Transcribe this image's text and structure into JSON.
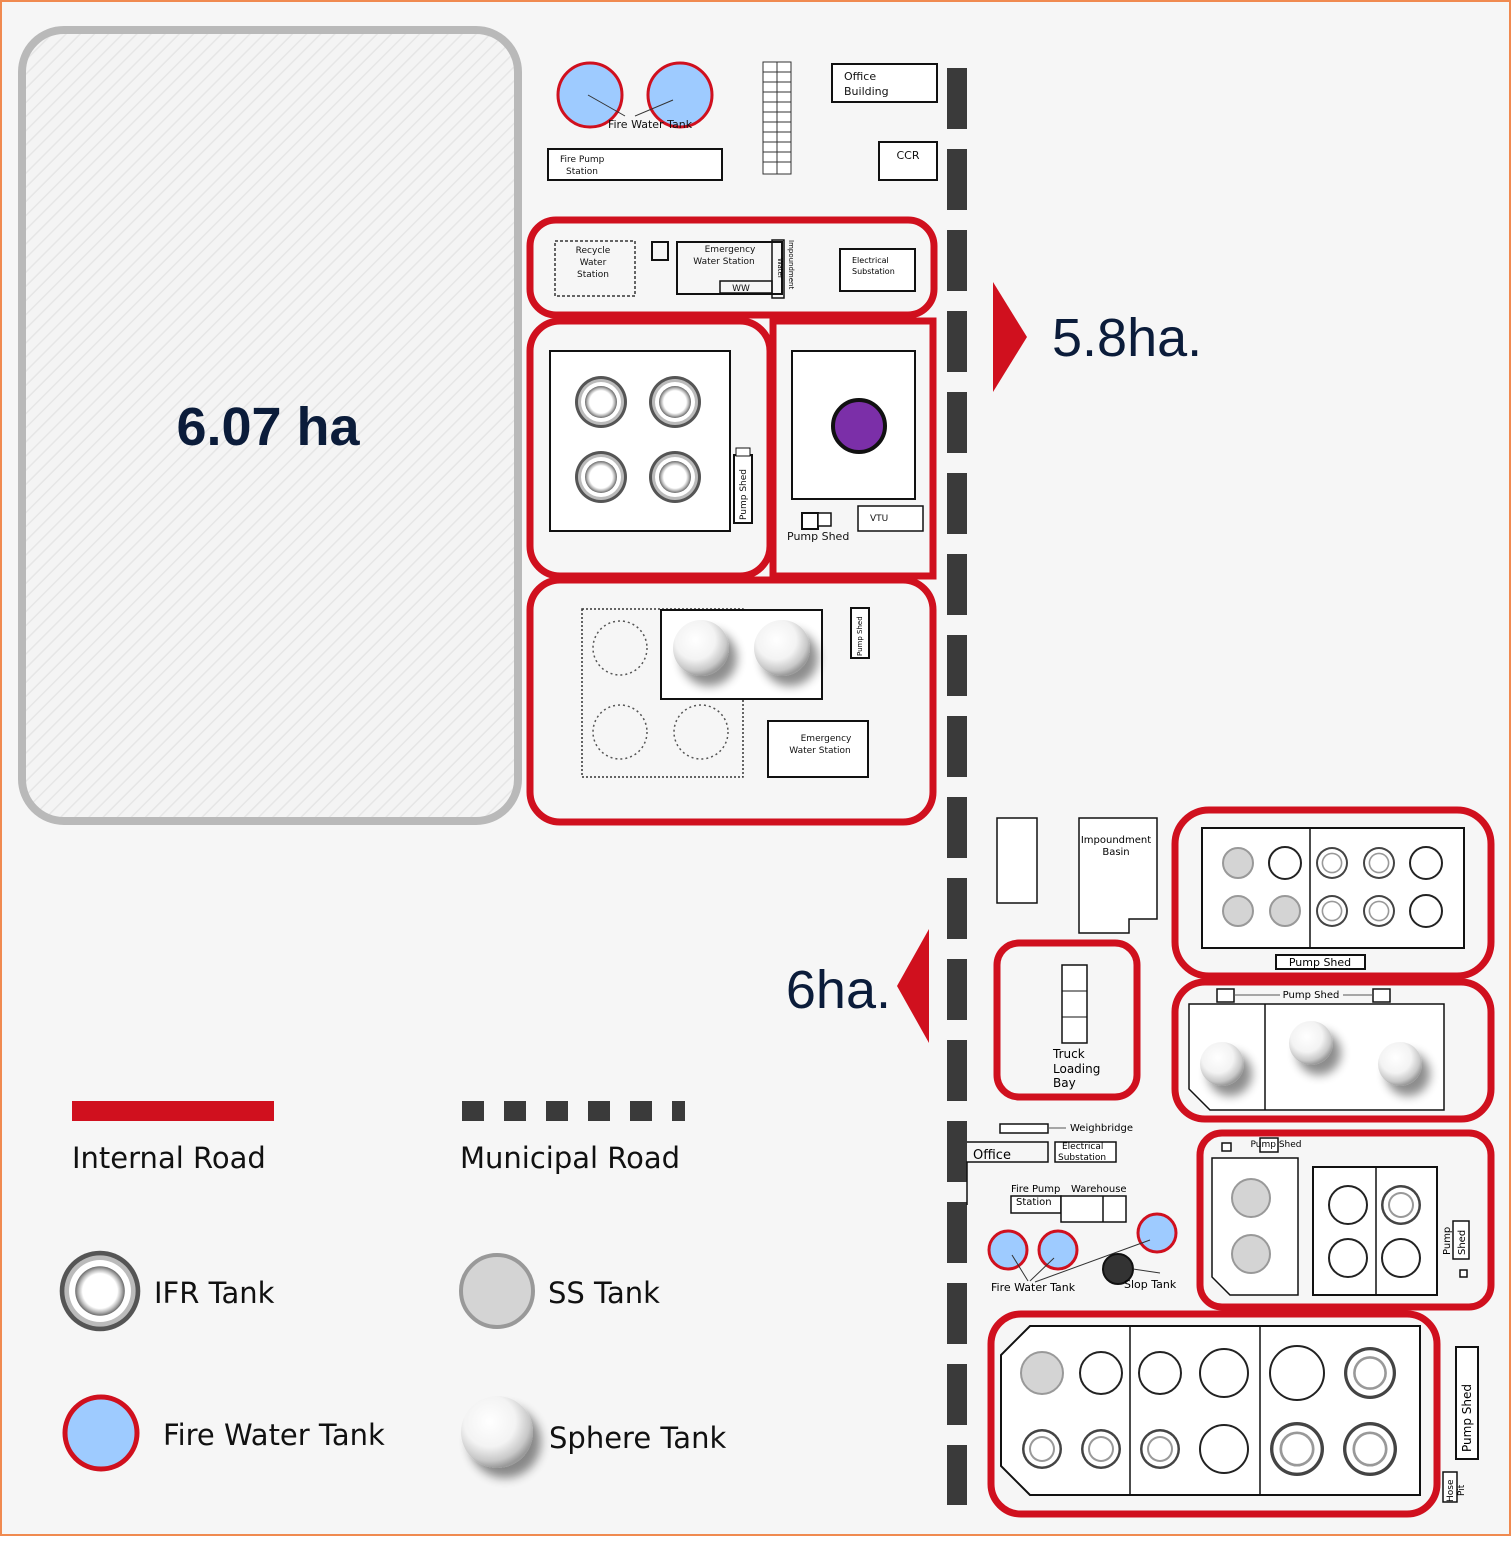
{
  "areas": {
    "left_area": "6.07 ha",
    "top_right_area": "5.8ha.",
    "bottom_area": "6ha."
  },
  "top_site": {
    "fire_water_tank": "Fire Water Tank",
    "fire_pump_station": [
      "Fire Pump",
      "Station"
    ],
    "office_building": [
      "Office",
      "Building"
    ],
    "ccr": "CCR",
    "recycle_water_station": [
      "Recycle",
      "Water",
      "Station"
    ],
    "emergency_water_station": [
      "Emergency",
      "Water Station"
    ],
    "impoundment_water": [
      "Impoundment",
      "Water"
    ],
    "ww": "WW",
    "electrical_substation": [
      "Electrical",
      "Substation"
    ],
    "pump_shed": "Pump Shed",
    "vtu": "VTU",
    "emergency_water_station_2": [
      "Emergency",
      "Water Station"
    ]
  },
  "bottom_site": {
    "impoundment_basin": [
      "Impoundment",
      "Basin"
    ],
    "pump_shed": "Pump Shed",
    "truck_loading_bay": [
      "Truck",
      "Loading",
      "Bay"
    ],
    "weighbridge": "Weighbridge",
    "office": "Office",
    "electrical_substation": [
      "Electrical",
      "Substation"
    ],
    "fire_pump_station": [
      "Fire Pump",
      "Station"
    ],
    "warehouse": "Warehouse",
    "fire_water_tank": "Fire Water Tank",
    "slop_tank": "Slop Tank",
    "pump_shed_right": [
      "Pump",
      "Shed"
    ],
    "hose_pit": [
      "Hose",
      "Pit"
    ]
  },
  "legend": {
    "internal_road": "Internal Road",
    "municipal_road": "Municipal Road",
    "ifr_tank": "IFR Tank",
    "ss_tank": "SS Tank",
    "fire_water_tank": "Fire Water Tank",
    "sphere_tank": "Sphere Tank"
  },
  "colors": {
    "internal_road": "#d0101e",
    "municipal_road": "#3a3a3a",
    "fire_water_fill": "#9ecbff",
    "ss_fill": "#d4d4d4",
    "vtu_tank": "#7b2fa8",
    "area_label": "#0b1c3a",
    "border": "#f08a50"
  }
}
